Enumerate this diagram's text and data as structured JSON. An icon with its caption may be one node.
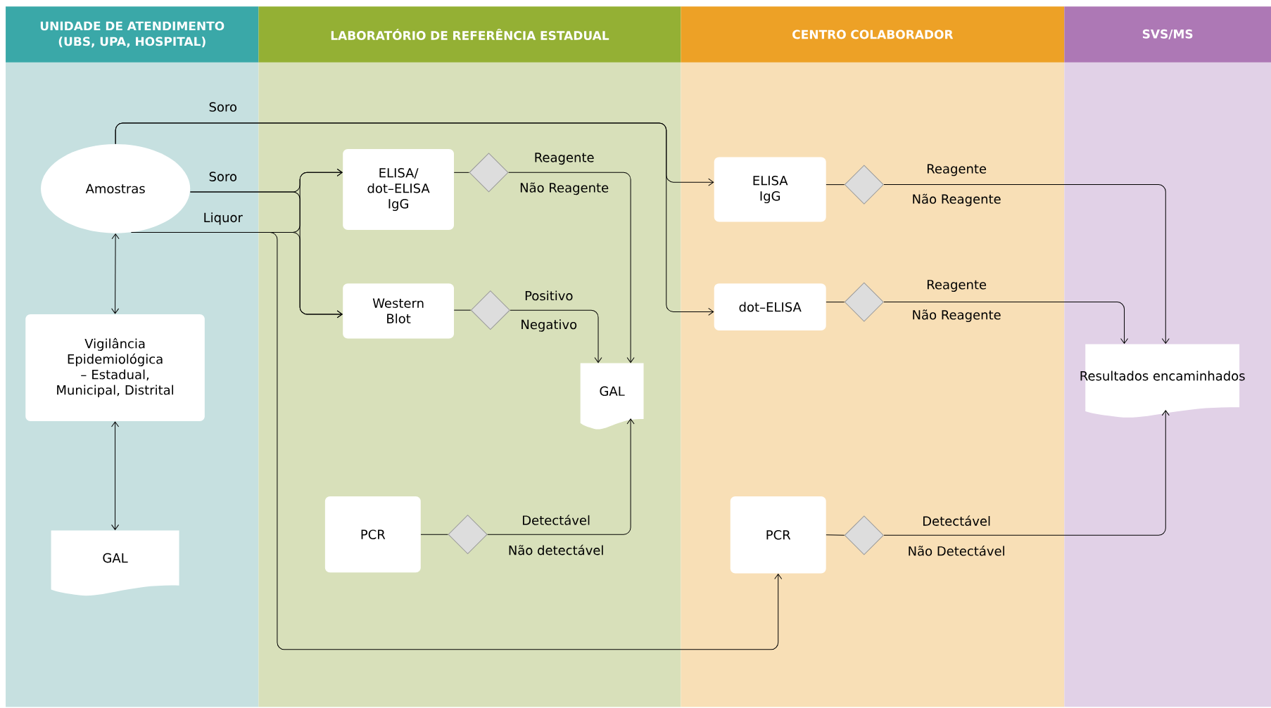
{
  "diagram": {
    "nodes": [
      {
        "text": [
          "UNIDADE DE ATENDIMENTO (UBS, UPA, HOSPITAL)"
        ]
      },
      {
        "text": [
          "LABORATÓRIO DE REFERÊNCIA ESTADUAL"
        ]
      },
      {
        "text": [
          "CENTRO COLABORADOR"
        ]
      },
      {
        "text": [
          "SVS/MS"
        ]
      },
      {
        "text": [
          "Amostras"
        ],
        "in": 0
      },
      {
        "text": [
          "Vigilância Epidemiológica – Estadual, Municipal, Distrital"
        ],
        "in": 0
      },
      {
        "text": [
          "GAL"
        ],
        "in": 0
      },
      {
        "text": [
          "ELISA/ dot–ELISA IgG"
        ],
        "in": 1
      },
      {
        "text": [],
        "shape": "diamond",
        "in": 1,
        "beside": [
          "Não Reagente"
        ]
      },
      {
        "text": [
          "Western Blot"
        ],
        "in": 1
      },
      {
        "text": [],
        "shape": "diamond",
        "in": 1,
        "beside": [
          "Negativo"
        ]
      },
      {
        "text": [
          "GAL"
        ],
        "in": 1
      },
      {
        "text": [
          "PCR"
        ],
        "in": 1
      },
      {
        "text": [],
        "shape": "diamond",
        "in": 1,
        "beside": [
          "Não detectável"
        ]
      },
      {
        "text": [
          "ELISA IgG"
        ],
        "in": 2
      },
      {
        "text": [],
        "shape": "diamond",
        "in": 2,
        "beside": [
          "Não Reagente"
        ]
      },
      {
        "text": [
          "dot–ELISA"
        ],
        "in": 2
      },
      {
        "text": [],
        "shape": "diamond",
        "in": 2,
        "beside": [
          "Não Reagente"
        ]
      },
      {
        "text": [
          "PCR"
        ],
        "in": 2
      },
      {
        "text": [],
        "shape": "diamond",
        "in": 2,
        "beside": [
          "Não Detectável"
        ]
      },
      {
        "text": [
          "Resultados encaminhados"
        ],
        "in": 3
      }
    ],
    "edges": [
      {
        "from": 4,
        "to": 14,
        "arrow": "to",
        "label": "Soro"
      },
      {
        "from": 4,
        "to": 16,
        "arrow": "to"
      },
      {
        "from": 4,
        "to": 7,
        "arrow": "to",
        "label": "Soro"
      },
      {
        "from": 4,
        "to": 9,
        "arrow": "to"
      },
      {
        "from": 4,
        "to": 7,
        "arrow": "to",
        "label": "Liquor"
      },
      {
        "from": 4,
        "to": 9,
        "arrow": "to"
      },
      {
        "from": 4,
        "to": 18,
        "arrow": "to"
      },
      {
        "from": 4,
        "to": 5,
        "arrow": "both"
      },
      {
        "from": 5,
        "to": 6,
        "arrow": "both"
      },
      {
        "from": 7,
        "to": 8,
        "arrow": "none"
      },
      {
        "from": 8,
        "to": 11,
        "arrow": "to",
        "label": "Reagente"
      },
      {
        "from": 9,
        "to": 10,
        "arrow": "none"
      },
      {
        "from": 10,
        "to": 11,
        "arrow": "to",
        "label": "Positivo"
      },
      {
        "from": 12,
        "to": 13,
        "arrow": "none"
      },
      {
        "from": 13,
        "to": 11,
        "arrow": "to",
        "label": "Detectável"
      },
      {
        "from": 14,
        "to": 15,
        "arrow": "none"
      },
      {
        "from": 15,
        "to": 20,
        "arrow": "to",
        "label": "Reagente"
      },
      {
        "from": 16,
        "to": 17,
        "arrow": "none"
      },
      {
        "from": 17,
        "to": 20,
        "arrow": "to",
        "label": "Reagente"
      },
      {
        "from": 18,
        "to": 19,
        "arrow": "none"
      },
      {
        "from": 19,
        "to": 20,
        "arrow": "to",
        "label": "Detectável"
      }
    ]
  }
}
